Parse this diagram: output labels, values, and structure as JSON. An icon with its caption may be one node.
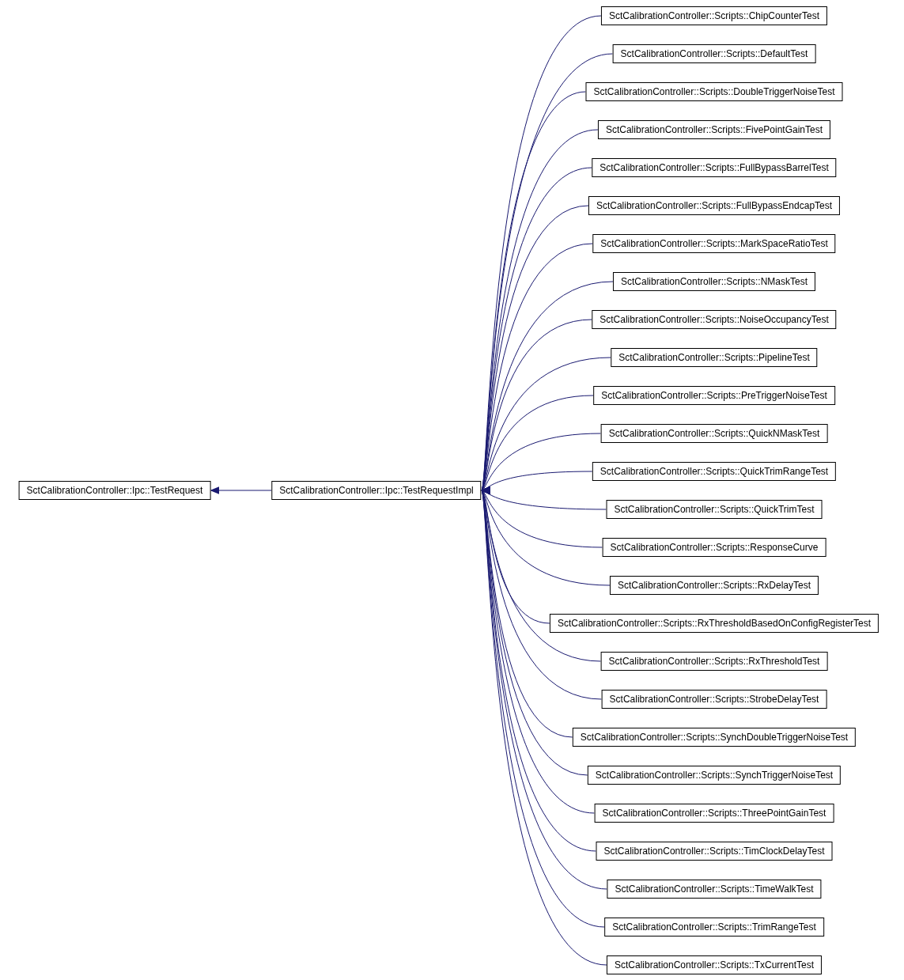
{
  "diagram": {
    "nodes": [
      {
        "text": [
          "SctCalibrationController::Ipc::TestRequest"
        ]
      },
      {
        "text": [
          "SctCalibrationController::Ipc::TestRequestImpl"
        ]
      },
      {
        "text": [
          "SctCalibrationController::Scripts::ChipCounterTest"
        ]
      },
      {
        "text": [
          "SctCalibrationController::Scripts::DefaultTest"
        ]
      },
      {
        "text": [
          "SctCalibrationController::Scripts::DoubleTriggerNoiseTest"
        ]
      },
      {
        "text": [
          "SctCalibrationController::Scripts::FivePointGainTest"
        ]
      },
      {
        "text": [
          "SctCalibrationController::Scripts::FullBypassBarrelTest"
        ]
      },
      {
        "text": [
          "SctCalibrationController::Scripts::FullBypassEndcapTest"
        ]
      },
      {
        "text": [
          "SctCalibrationController::Scripts::MarkSpaceRatioTest"
        ]
      },
      {
        "text": [
          "SctCalibrationController::Scripts::NMaskTest"
        ]
      },
      {
        "text": [
          "SctCalibrationController::Scripts::NoiseOccupancyTest"
        ]
      },
      {
        "text": [
          "SctCalibrationController::Scripts::PipelineTest"
        ]
      },
      {
        "text": [
          "SctCalibrationController::Scripts::PreTriggerNoiseTest"
        ]
      },
      {
        "text": [
          "SctCalibrationController::Scripts::QuickNMaskTest"
        ]
      },
      {
        "text": [
          "SctCalibrationController::Scripts::QuickTrimRangeTest"
        ]
      },
      {
        "text": [
          "SctCalibrationController::Scripts::QuickTrimTest"
        ]
      },
      {
        "text": [
          "SctCalibrationController::Scripts::ResponseCurve"
        ]
      },
      {
        "text": [
          "SctCalibrationController::Scripts::RxDelayTest"
        ]
      },
      {
        "text": [
          "SctCalibrationController::Scripts::RxThresholdBasedOnConfigRegisterTest"
        ]
      },
      {
        "text": [
          "SctCalibrationController::Scripts::RxThresholdTest"
        ]
      },
      {
        "text": [
          "SctCalibrationController::Scripts::StrobeDelayTest"
        ]
      },
      {
        "text": [
          "SctCalibrationController::Scripts::SynchDoubleTriggerNoiseTest"
        ]
      },
      {
        "text": [
          "SctCalibrationController::Scripts::SynchTriggerNoiseTest"
        ]
      },
      {
        "text": [
          "SctCalibrationController::Scripts::ThreePointGainTest"
        ]
      },
      {
        "text": [
          "SctCalibrationController::Scripts::TimClockDelayTest"
        ]
      },
      {
        "text": [
          "SctCalibrationController::Scripts::TimeWalkTest"
        ]
      },
      {
        "text": [
          "SctCalibrationController::Scripts::TrimRangeTest"
        ]
      },
      {
        "text": [
          "SctCalibrationController::Scripts::TxCurrentTest"
        ]
      }
    ],
    "edges": [
      {
        "from": 1,
        "to": 0,
        "arrow": "to"
      },
      {
        "from": 2,
        "to": 1,
        "arrow": "to"
      },
      {
        "from": 3,
        "to": 1,
        "arrow": "to"
      },
      {
        "from": 4,
        "to": 1,
        "arrow": "to"
      },
      {
        "from": 5,
        "to": 1,
        "arrow": "to"
      },
      {
        "from": 6,
        "to": 1,
        "arrow": "to"
      },
      {
        "from": 7,
        "to": 1,
        "arrow": "to"
      },
      {
        "from": 8,
        "to": 1,
        "arrow": "to"
      },
      {
        "from": 9,
        "to": 1,
        "arrow": "to"
      },
      {
        "from": 10,
        "to": 1,
        "arrow": "to"
      },
      {
        "from": 11,
        "to": 1,
        "arrow": "to"
      },
      {
        "from": 12,
        "to": 1,
        "arrow": "to"
      },
      {
        "from": 13,
        "to": 1,
        "arrow": "to"
      },
      {
        "from": 14,
        "to": 1,
        "arrow": "to"
      },
      {
        "from": 15,
        "to": 1,
        "arrow": "to"
      },
      {
        "from": 16,
        "to": 1,
        "arrow": "to"
      },
      {
        "from": 17,
        "to": 1,
        "arrow": "to"
      },
      {
        "from": 18,
        "to": 1,
        "arrow": "to"
      },
      {
        "from": 19,
        "to": 1,
        "arrow": "to"
      },
      {
        "from": 20,
        "to": 1,
        "arrow": "to"
      },
      {
        "from": 21,
        "to": 1,
        "arrow": "to"
      },
      {
        "from": 22,
        "to": 1,
        "arrow": "to"
      },
      {
        "from": 23,
        "to": 1,
        "arrow": "to"
      },
      {
        "from": 24,
        "to": 1,
        "arrow": "to"
      },
      {
        "from": 25,
        "to": 1,
        "arrow": "to"
      },
      {
        "from": 26,
        "to": 1,
        "arrow": "to"
      },
      {
        "from": 27,
        "to": 1,
        "arrow": "to"
      }
    ]
  }
}
